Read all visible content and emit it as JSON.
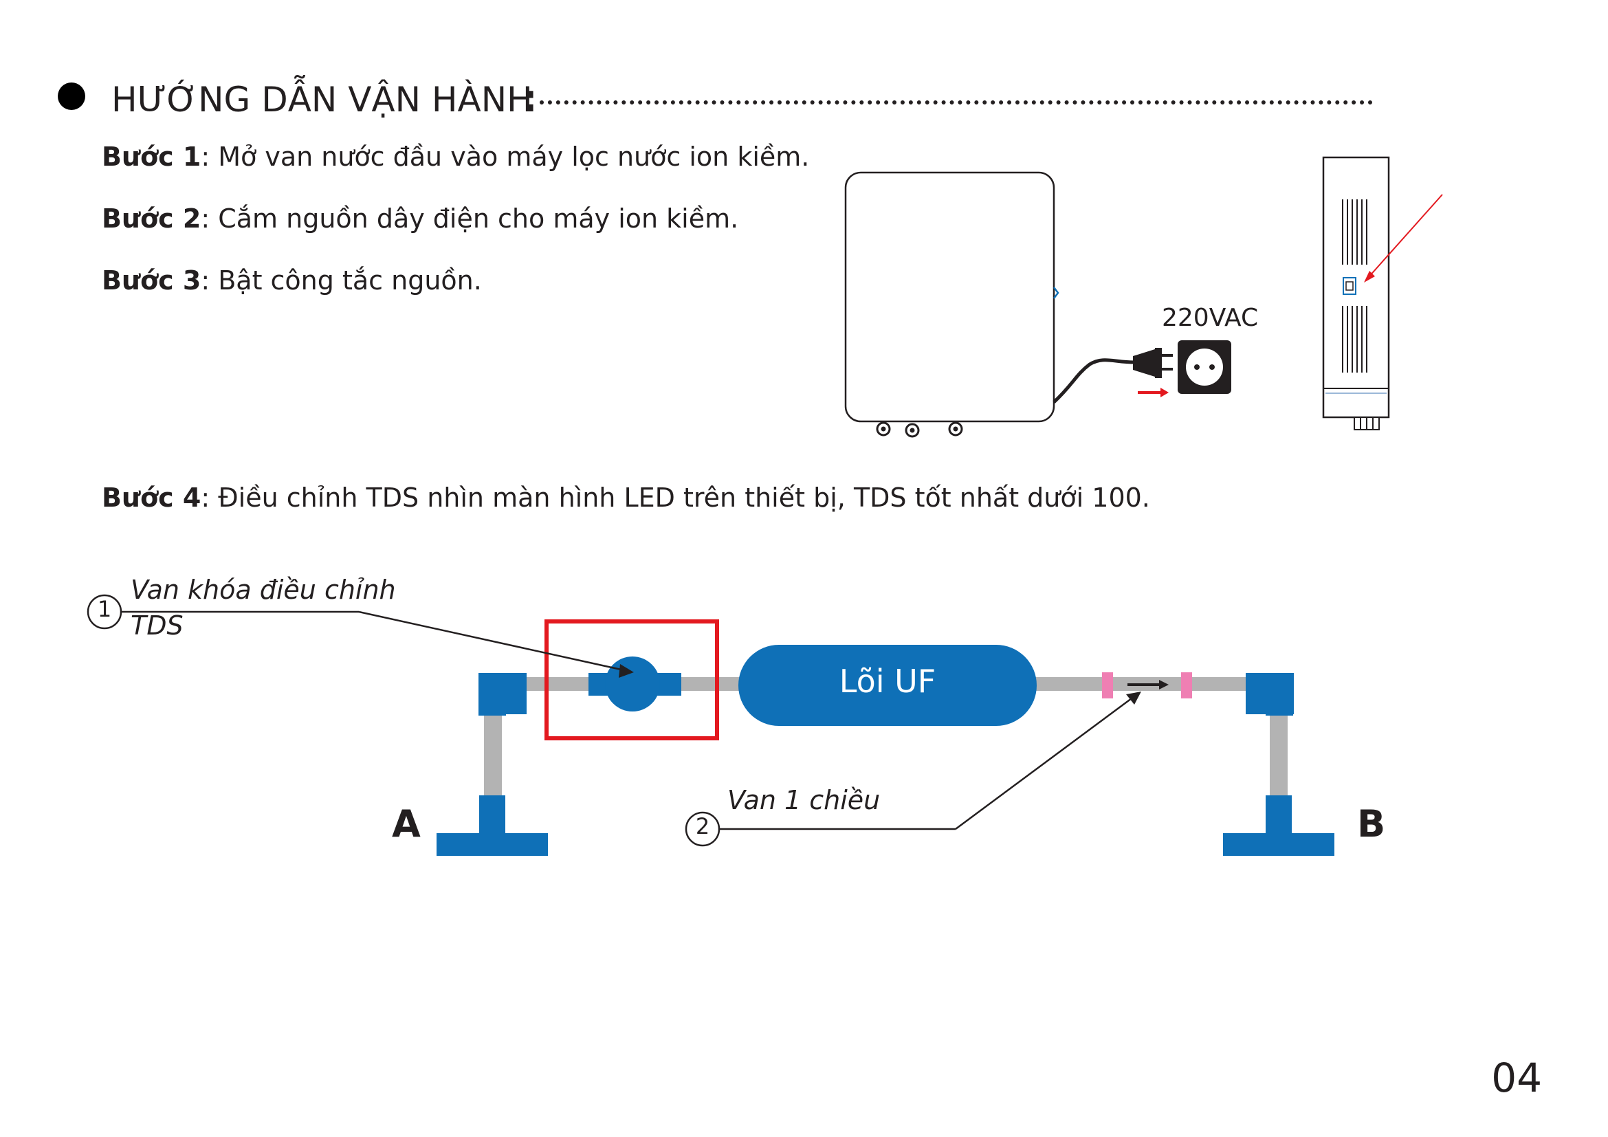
{
  "header": {
    "title": "HƯỚNG DẪN VẬN HÀNH",
    "colon": ":"
  },
  "steps": [
    {
      "label": "Bước 1",
      "text": ": Mở van nước đầu vào máy lọc nước ion kiềm."
    },
    {
      "label": "Bước 2",
      "text": ": Cắm nguồn dây điện cho máy ion kiềm."
    },
    {
      "label": "Bước 3",
      "text": ": Bật công tắc nguồn."
    },
    {
      "label": "Bước 4",
      "text": ": Điều chỉnh TDS nhìn màn hình LED trên thiết bị, TDS tốt nhất dưới 100."
    }
  ],
  "device_figure": {
    "voltage_label": "220VAC"
  },
  "diagram": {
    "callout_1": {
      "number": "1",
      "line1": "Van khóa điều chỉnh",
      "line2": "TDS"
    },
    "callout_2": {
      "number": "2",
      "text": "Van 1 chiều"
    },
    "filter_label": "Lõi UF",
    "inlet_label": "A",
    "outlet_label": "B",
    "colors": {
      "blue": "#0f70b7",
      "pipe": "#b3b3b3",
      "highlight": "#e3191f",
      "check_valve": "#ef7fb3"
    }
  },
  "footer": {
    "page_number": "04"
  }
}
